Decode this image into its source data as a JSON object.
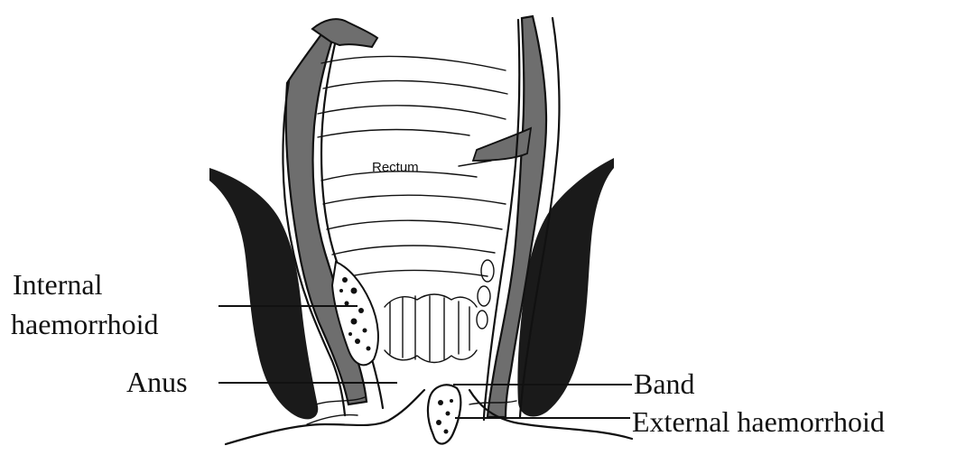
{
  "labels": {
    "rectum": "Rectum",
    "internal_haemorrhoid_line1": "Internal",
    "internal_haemorrhoid_line2": "haemorrhoid",
    "anus": "Anus",
    "band": "Band",
    "external_haemorrhoid": "External haemorrhoid"
  },
  "colors": {
    "ink": "#111111",
    "muscle_dark": "#1a1a1a",
    "wall_gray": "#6e6e6e",
    "background": "#ffffff"
  }
}
